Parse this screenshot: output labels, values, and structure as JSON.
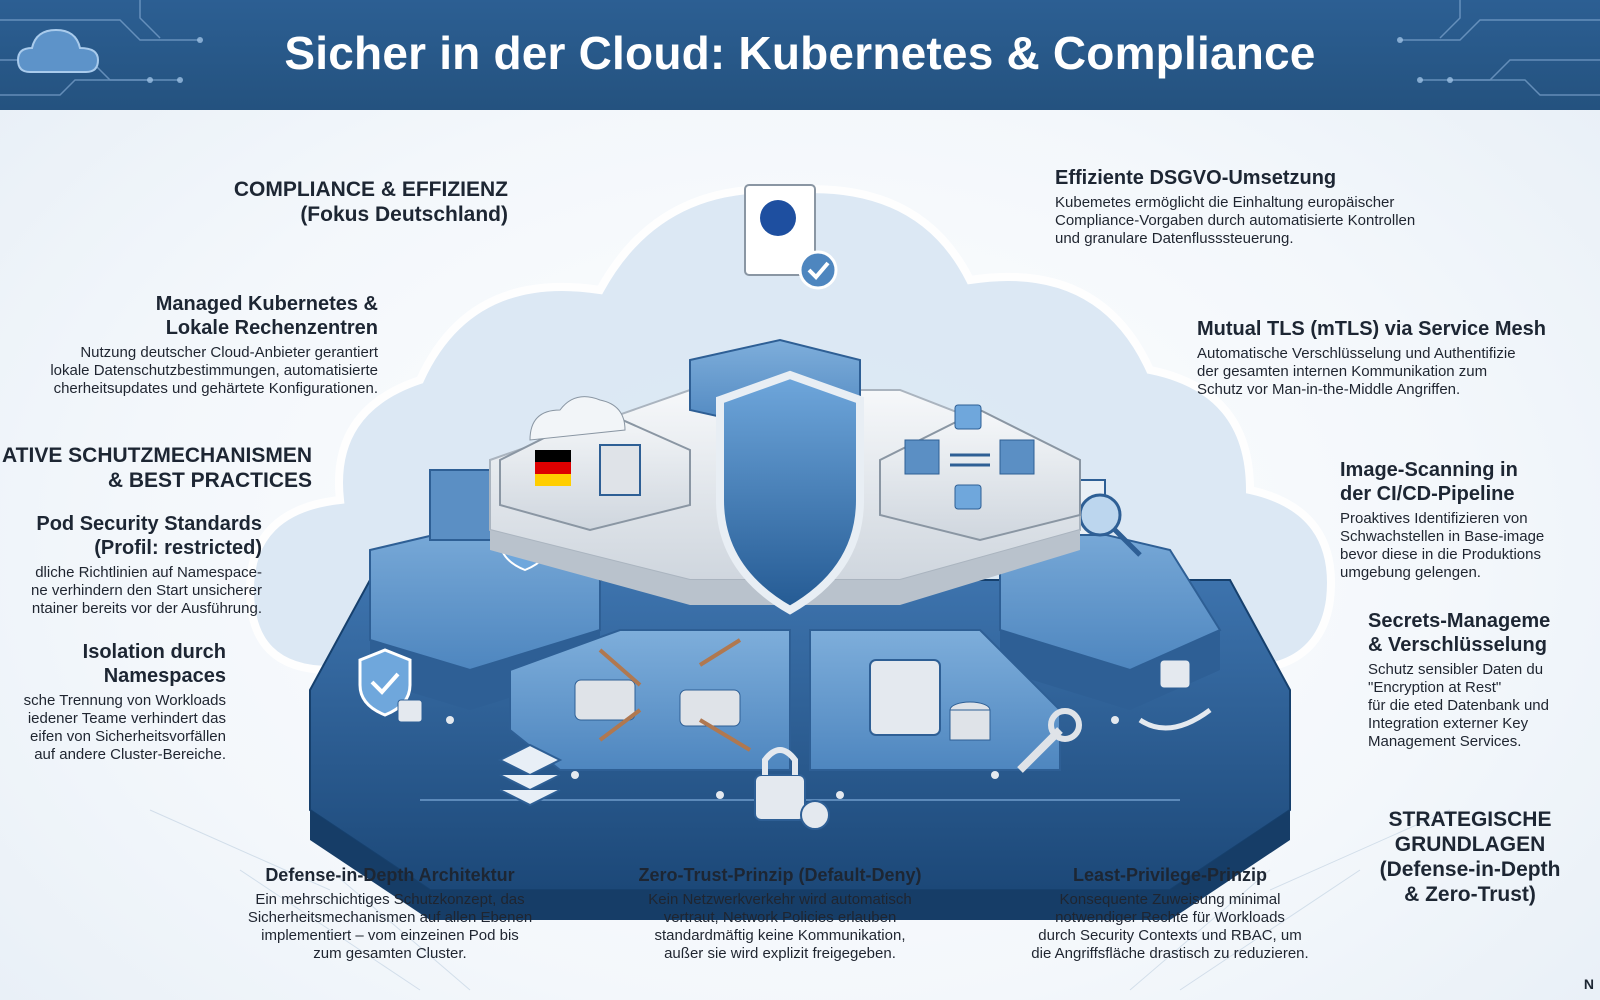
{
  "header": {
    "title": "Sicher in der Cloud: Kubernetes & Compliance",
    "icon": "cloud-icon"
  },
  "left": {
    "compliance_heading": "COMPLIANCE & EFFIZIENZ\n(Fokus Deutschland)",
    "managed": {
      "title": "Managed Kubernetes &\nLokale Rechenzentren",
      "text": "Nutzung deutscher Cloud-Anbieter gerantiert\nlokale Datenschutzbestimmungen, automatisierte\ncherheitsupdates und gehärtete Konfigurationen."
    },
    "native_heading": "ATIVE SCHUTZMECHANISMEN\n& BEST PRACTICES",
    "pod_security": {
      "title": "Pod Security Standards\n(Profil: restricted)",
      "text": "dliche Richtlinien auf Namespace-\nne verhindern den Start unsicherer\nntainer bereits vor der Ausführung."
    },
    "isolation": {
      "title": "Isolation durch\nNamespaces",
      "text": "sche Trennung von Workloads\niedener Teame verhindert das\neifen von Sicherheitsvorfällen\nauf andere Cluster-Bereiche."
    }
  },
  "right": {
    "dsgvo": {
      "title": "Effiziente DSGVO-Umsetzung",
      "text": "Kubemetes ermöglicht die Einhaltung europäischer\nCompliance-Vorgaben durch automatisierte Kontrollen\nund granulare Datenflusssteuerung."
    },
    "mtls": {
      "title": "Mutual TLS (mTLS) via Service Mesh",
      "text": "Automatische Verschlüsselung und Authentifizie\nder gesamten internen Kommunikation zum\nSchutz vor Man-in-the-Middle Angriffen."
    },
    "image_scanning": {
      "title": "Image-Scanning in\nder CI/CD-Pipeline",
      "text": "Proaktives Identifizieren von\nSchwachstellen in Base-image\nbevor diese in die Produktions\numgebung gelengen."
    },
    "secrets": {
      "title": "Secrets-Manageme\n& Verschlüsselung",
      "text": "Schutz sensibler Daten du\n\"Encryption at Rest\"\n   für die eted Datenbank und\nIntegration externer Key\nManagement Services."
    },
    "strategic_heading": "STRATEGISCHE\nGRUNDLAGEN\n(Defense-in-Depth\n& Zero-Trust)"
  },
  "bottom": {
    "defense": {
      "title": "Defense-in-Depth Architektur",
      "text": "Ein mehrschichtiges Schutzkonzept, das\nSicherheitsmechanismen auf allen Ebenen\nimplementiert – vom einzeinen Pod bis\nzum gesamten Cluster."
    },
    "zero_trust": {
      "title": "Zero-Trust-Prinzip (Default-Deny)",
      "text": "Kein Netzwerkverkehr wird automatisch\nvertraut, Network Policies erlauben\nstandardmäftig keine Kommunikation,\naußer sie wird explizit freigegeben."
    },
    "least_privilege": {
      "title": "Least-Privilege-Prinzip",
      "text": "Konsequente Zuweisung minimal\nnotwendiger Rechte für Workloads\ndurch Security Contexts und RBAC, um\ndie Angriffsfläche drastisch zu reduzieren."
    }
  },
  "watermark": "N",
  "colors": {
    "banner": "#2a5b8d",
    "tile_top": "#5b8fc4",
    "tile_side": "#2e5f95",
    "base_dark": "#1f4d80",
    "cloud": "#dbe8f4",
    "silver": "#dfe3e8"
  }
}
